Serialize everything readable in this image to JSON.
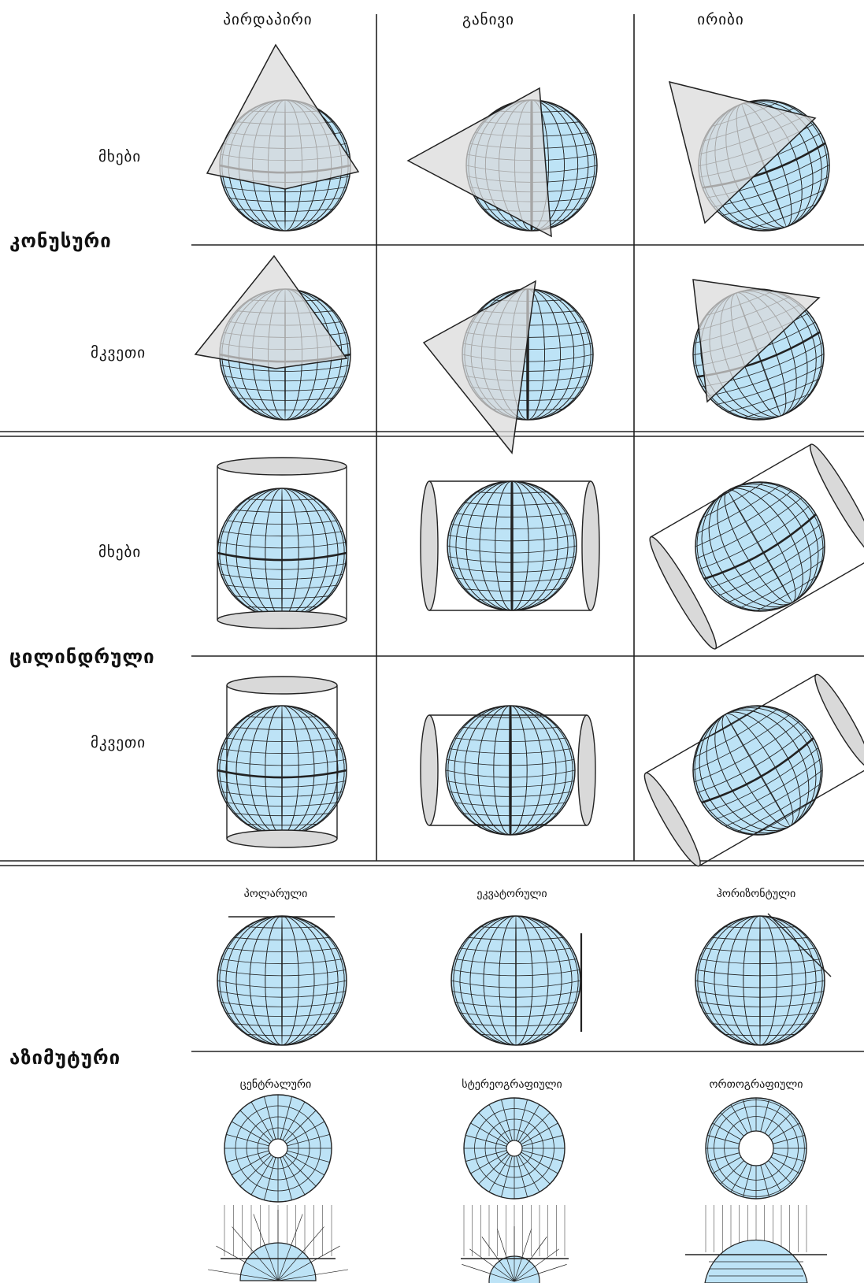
{
  "columns": {
    "normal": "პირდაპირი",
    "transverse": "განივი",
    "oblique": "ირიბი"
  },
  "groups": {
    "conic": "კონუსური",
    "cylindrical": "ცილინდრული",
    "azimuthal": "აზიმუტური"
  },
  "row_labels": {
    "conic_tangent": "მხები",
    "conic_secant": "მკვეთი",
    "cyl_tangent": "მხები",
    "cyl_secant": "მკვეთი"
  },
  "azimuthal_aspects": {
    "polar": "პოლარული",
    "equatorial": "ეკვატორული",
    "oblique": "ჰორიზონტული"
  },
  "azimuthal_perspectives": {
    "gnomonic": "ცენტრალური",
    "stereographic": "სტერეოგრაფიული",
    "orthographic": "ორთოგრაფიული"
  },
  "colors": {
    "globe_fill": "#bde3f6",
    "cone_fill": "#d9d9d9",
    "line": "#222222"
  }
}
